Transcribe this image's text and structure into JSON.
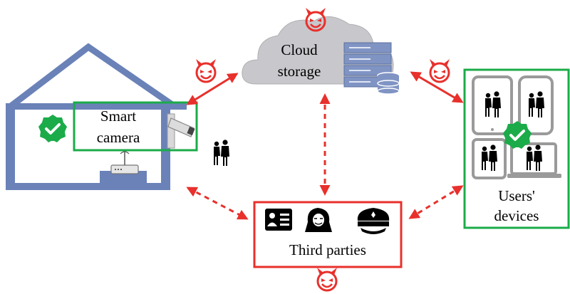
{
  "labels": {
    "camera_line1": "Smart",
    "camera_line2": "camera",
    "cloud_line1": "Cloud",
    "cloud_line2": "storage",
    "devices_line1": "Users'",
    "devices_line2": "devices",
    "third_parties": "Third parties"
  },
  "colors": {
    "house": "#6a82b8",
    "safe_green": "#1bab49",
    "threat_red": "#e8302c",
    "cloud_gray": "#c8c8cc",
    "server_blue": "#8094c4",
    "device_gray": "#9a9a9a"
  },
  "icons": {
    "secure_badges": [
      "checkmark-badge-icon",
      "checkmark-badge-icon"
    ],
    "threat_icons": [
      "devil-face-icon",
      "devil-face-icon",
      "devil-face-icon",
      "devil-face-icon"
    ],
    "third_party_icons": [
      "id-card-icon",
      "hacker-icon",
      "police-cap-icon"
    ]
  }
}
